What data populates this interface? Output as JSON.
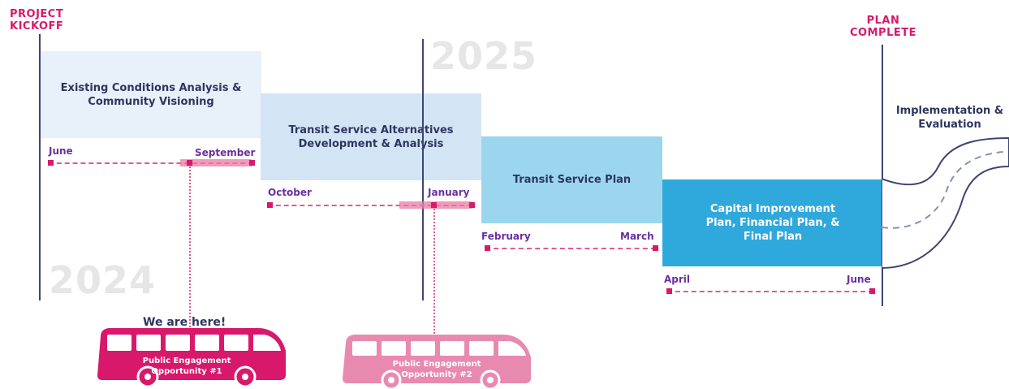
{
  "milestones": {
    "kickoff": [
      "PROJECT",
      "KICKOFF"
    ],
    "complete": [
      "PLAN",
      "COMPLETE"
    ]
  },
  "years": {
    "y2024": "2024",
    "y2025": "2025"
  },
  "phases": [
    {
      "title": "Existing Conditions Analysis & Community Visioning",
      "start": "June",
      "end": "September"
    },
    {
      "title": "Transit Service Alternatives Development & Analysis",
      "start": "October",
      "end": "January"
    },
    {
      "title": "Transit Service Plan",
      "start": "February",
      "end": "March"
    },
    {
      "title": "Capital Improvement Plan, Financial Plan, & Final Plan",
      "start": "April",
      "end": "June"
    }
  ],
  "implementation": "Implementation & Evaluation",
  "engagement": {
    "here_label": "We are here!",
    "opportunity1": "Public Engagement Opportunity #1",
    "opportunity2": "Public Engagement Opportunity #2"
  },
  "colors": {
    "navy": "#2e3560",
    "magenta": "#d8196b",
    "pink_light": "#e88ab0",
    "phase1": "#e8f1fa",
    "phase2": "#d3e5f4",
    "phase3": "#9bd6ee",
    "phase4": "#2fa8dc",
    "month_purple": "#6b2fa0"
  }
}
